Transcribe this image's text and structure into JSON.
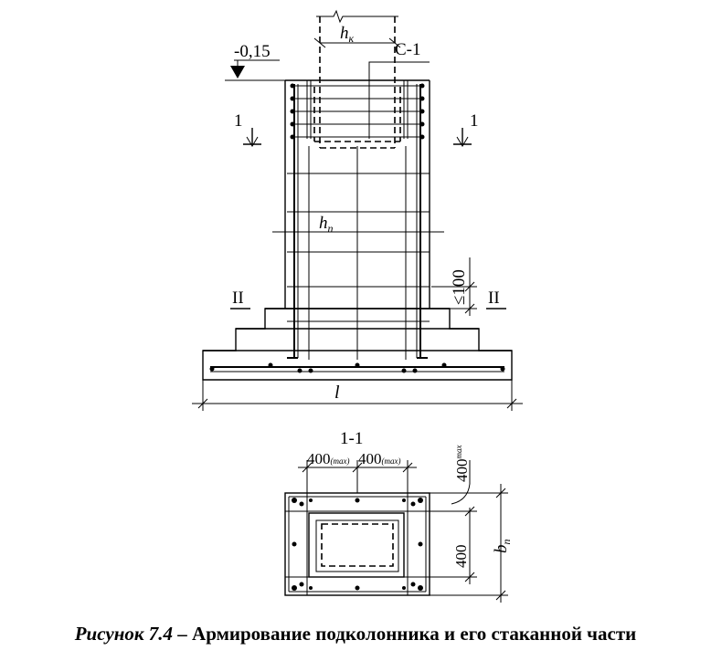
{
  "labels": {
    "hk": "h",
    "hk_sub": "к",
    "c1": "С-1",
    "level": "-0,15",
    "sec1_left": "1",
    "sec1_right": "1",
    "hp": "h",
    "hp_sub": "п",
    "le100": "≤100",
    "sec2_left": "II",
    "sec2_right": "II",
    "l": "l",
    "section_title": "1-1",
    "dim400_a": "400",
    "dim400_a_sub": "(max)",
    "dim400_b": "400",
    "dim400_b_sub": "(max)",
    "dim400_max": "400",
    "dim400_max_sub": "max",
    "dim400_side": "400",
    "bp": "b",
    "bp_sub": "п"
  },
  "caption": {
    "label": "Рисунок 7.4",
    "dash": " – ",
    "text": "Армирование подколонника и его стаканной части"
  }
}
